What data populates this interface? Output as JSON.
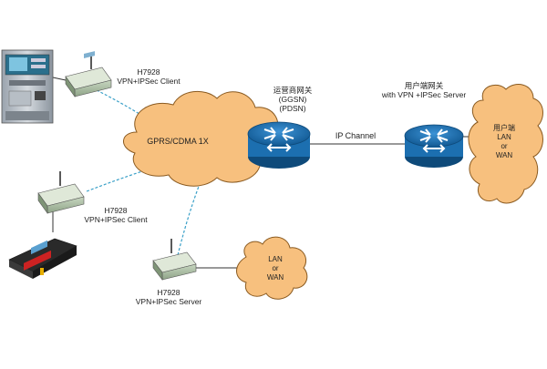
{
  "clients": [
    {
      "model": "H7928",
      "mode": "VPN+IPSec Client"
    },
    {
      "model": "H7928",
      "mode": "VPN+IPSec Client"
    }
  ],
  "server_device": {
    "model": "H7928",
    "mode": "VPN+IPSec Server"
  },
  "cloud_network": {
    "label": "GPRS/CDMA 1X"
  },
  "operator_gateway": {
    "title": "运营商网关",
    "line1": "(GGSN)",
    "line2": "(PDSN)"
  },
  "ip_channel": {
    "label": "IP Channel"
  },
  "user_gateway": {
    "title": "用户端网关",
    "subtitle": "with VPN +IPSec Server"
  },
  "user_cloud": {
    "line1": "用户端",
    "line2": "LAN",
    "line3": "or",
    "line4": "WAN"
  },
  "lan_cloud": {
    "line1": "LAN",
    "line2": "or",
    "line3": "WAN"
  },
  "colors": {
    "cloud_fill": "#f7c07e",
    "cloud_stroke": "#8a5a20",
    "router_blue": "#1c6fb0",
    "dashed_link": "#3aa0c8",
    "solid_link": "#333333"
  }
}
